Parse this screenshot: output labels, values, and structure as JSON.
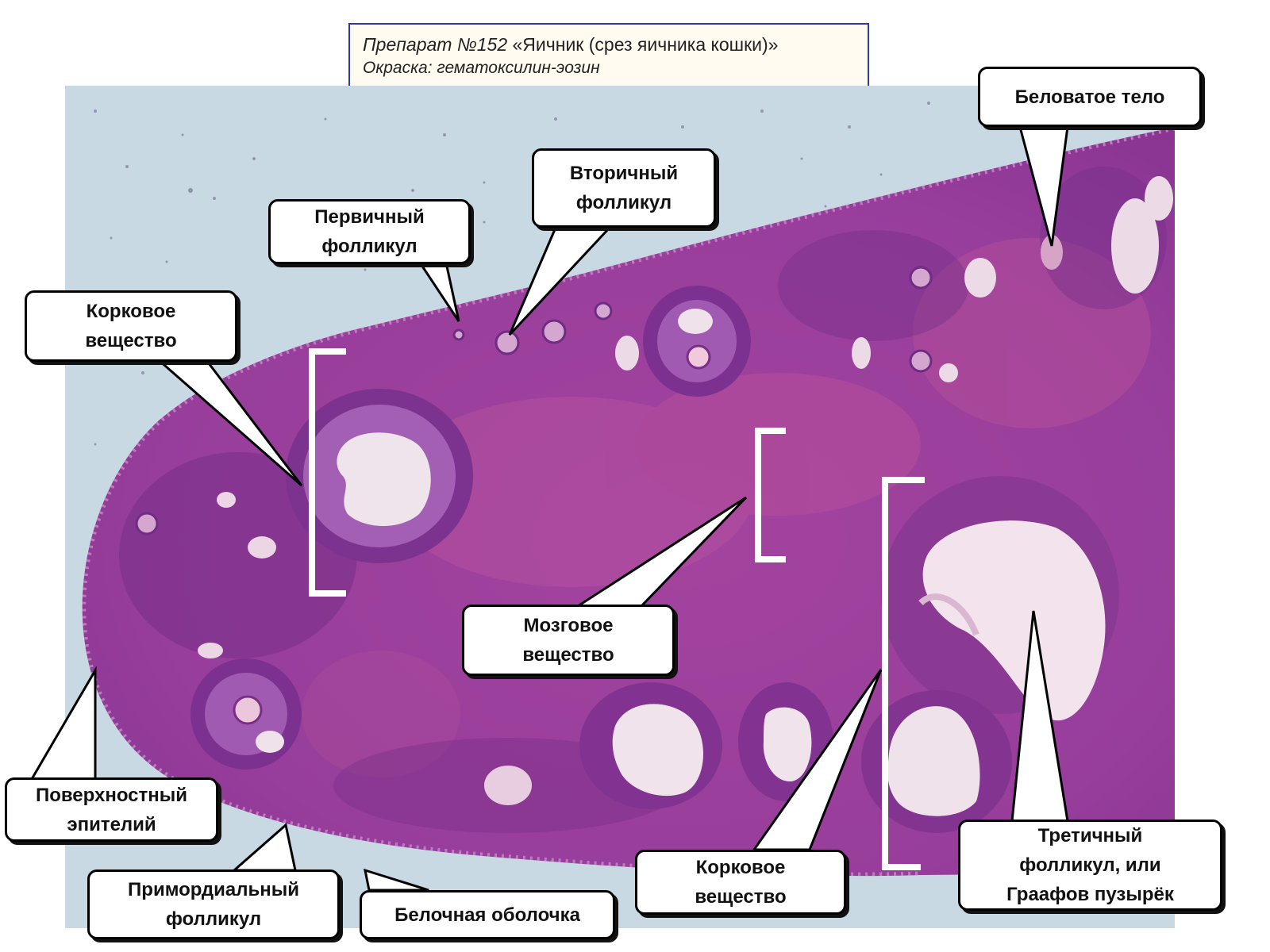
{
  "title": {
    "prep_label": "Препарат №152",
    "prep_name": "«Яичник (срез яичника кошки)»",
    "stain": "Окраска: гематоксилин-эозин"
  },
  "colors": {
    "background_slide": "#c9dae4",
    "tissue": "#9a3f9e",
    "tissue_light": "#b458a9",
    "tissue_dark": "#7a2f88",
    "follicle_cavity": "#f0dfea",
    "bracket": "#ffffff"
  },
  "labels": {
    "cortex_left": "Корковое\nвещество",
    "primary_follicle": "Первичный\nфолликул",
    "secondary_follicle": "Вторичный\nфолликул",
    "corpus_albicans": "Беловатое тело",
    "medulla": "Мозговое\nвещество",
    "surface_epithelium": "Поверхностный\nэпителий",
    "primordial_follicle": "Примордиальный\nфолликул",
    "tunica_albuginea": "Белочная оболочка",
    "cortex_right": "Корковое\nвещество",
    "tertiary_follicle": "Третичный\nфолликул, или\nГраафов пузырёк"
  },
  "icons": {
    "tissue": "ovary-section-image",
    "pointer": "callout-pointer-icon",
    "bracket": "bracket-icon"
  }
}
